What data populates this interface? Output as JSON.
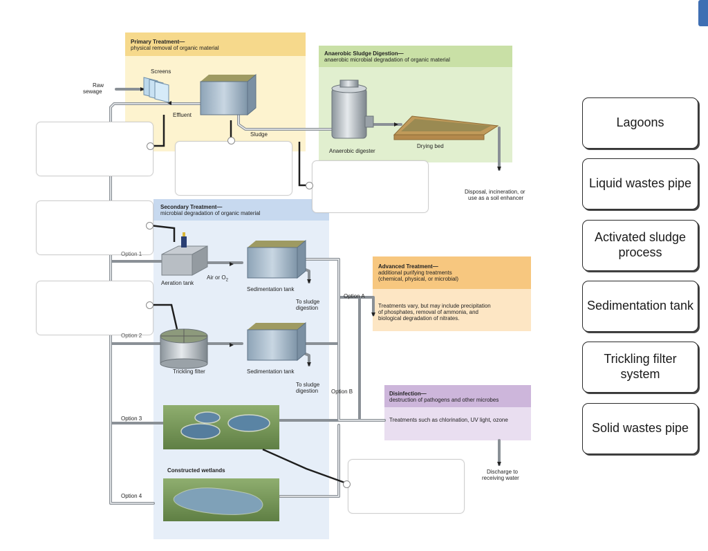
{
  "panels": {
    "primary": {
      "title": "Primary Treatment—",
      "subtitle": "physical removal of organic material"
    },
    "anaerobic": {
      "title": "Anaerobic Sludge Digestion—",
      "subtitle": "anaerobic microbial degradation of organic material"
    },
    "secondary": {
      "title": "Secondary Treatment—",
      "subtitle": "microbial degradation of organic material"
    },
    "advanced": {
      "title": "Advanced Treatment—",
      "subtitle1": "additional purifying treatments",
      "subtitle2": "(chemical, physical, or microbial)",
      "body1": "Treatments vary, but may include precipitation",
      "body2": "of phosphates, removal of ammonia, and",
      "body3": "biological degradation of nitrates."
    },
    "disinfection": {
      "title": "Disinfection—",
      "subtitle": "destruction of pathogens and other microbes",
      "body": "Treatments such as chlorination, UV light, ozone"
    }
  },
  "labels": {
    "raw1": "Raw",
    "raw2": "sewage",
    "screens": "Screens",
    "effluent": "Effluent",
    "sludge": "Sludge",
    "digester": "Anaerobic digester",
    "drying_bed": "Drying bed",
    "disposal1": "Disposal, incineration, or",
    "disposal2": "use as a soil enhancer",
    "option1": "Option 1",
    "option2": "Option 2",
    "option3": "Option 3",
    "option4": "Option 4",
    "optionA": "Option A",
    "optionB": "Option B",
    "aeration_tank": "Aeration tank",
    "air_or": "Air or O",
    "sed_tank1": "Sedimentation tank",
    "sed_tank2": "Sedimentation tank",
    "to_sludge1a": "To sludge",
    "to_sludge1b": "digestion",
    "to_sludge2a": "To sludge",
    "to_sludge2b": "digestion",
    "trickling_filter": "Trickling filter",
    "wetlands": "Constructed wetlands",
    "discharge1": "Discharge to",
    "discharge2": "receiving water"
  },
  "answer_cards": [
    "Lagoons",
    "Liquid wastes pipe",
    "Activated sludge process",
    "Sedimentation tank",
    "Trickling filter system",
    "Solid wastes pipe"
  ],
  "colors": {
    "primary_bg": "#fdf3cf",
    "primary_hdr": "#f6d98c",
    "anaerobic_bg": "#e1efcf",
    "anaerobic_hdr": "#c9e0a6",
    "secondary_bg": "#e6eef8",
    "secondary_hdr": "#c7d9ef",
    "advanced_bg": "#fde6c4",
    "advanced_hdr": "#f7c77f",
    "disinfection_bg": "#e9def0",
    "disinfection_hdr": "#cdb6db",
    "accent": "#3f6fb3"
  }
}
